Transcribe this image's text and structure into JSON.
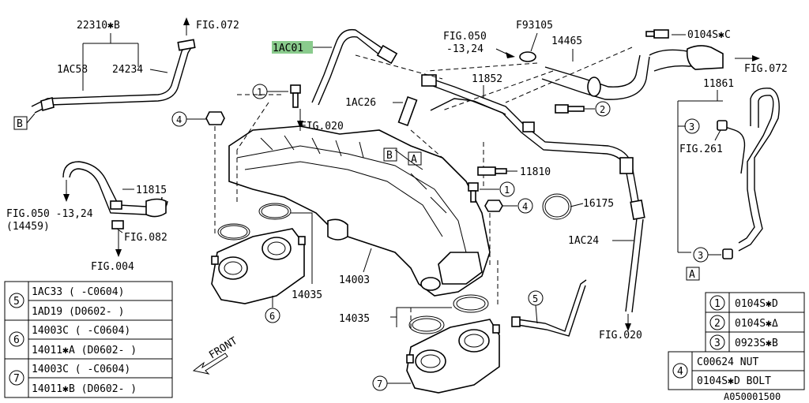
{
  "callouts": {
    "c_22310": "22310✱B",
    "c_fig072_top": "FIG.072",
    "c_1ac58": "1AC58",
    "c_24234": "24234",
    "c_b_left": "B",
    "c_1ac01": "1AC01",
    "c_fig020_top": "FIG.020",
    "c_1ac26": "1AC26",
    "c_fig050": "FIG.050",
    "c_fig050_sub": "-13,24",
    "c_f93105": "F93105",
    "c_14465": "14465",
    "c_0104sc": "0104S✱C",
    "c_fig072_right": "FIG.072",
    "c_11852": "11852",
    "c_11861": "11861",
    "c_fig261": "FIG.261",
    "c_b_mid": "B",
    "c_a_mid": "A",
    "c_11810": "11810",
    "c_16175": "16175",
    "c_11815": "11815",
    "c_fig050_left": "FIG.050 -13,24",
    "c_14459": "(14459)",
    "c_fig082": "FIG.082",
    "c_fig004": "FIG.004",
    "c_1ac24": "1AC24",
    "c_14003": "14003",
    "c_14035_a": "14035",
    "c_14035_b": "14035",
    "c_fig020_bottom": "FIG.020",
    "c_a_right": "A",
    "c_front": "FRONT",
    "c_code": "A050001500",
    "n1": "1",
    "n2": "2",
    "n3": "3",
    "n4": "4",
    "n5": "5",
    "n6": "6",
    "n7": "7"
  },
  "left_table": [
    {
      "num": "5",
      "rows": [
        "1AC33 ( -C0604)",
        "1AD19 (D0602- )"
      ]
    },
    {
      "num": "6",
      "rows": [
        "14003C ( -C0604)",
        "14011✱A (D0602- )"
      ]
    },
    {
      "num": "7",
      "rows": [
        "14003C ( -C0604)",
        "14011✱B (D0602- )"
      ]
    }
  ],
  "right_table": [
    {
      "num": "1",
      "rows": [
        "0104S✱D"
      ]
    },
    {
      "num": "2",
      "rows": [
        "0104S✱Δ"
      ]
    },
    {
      "num": "3",
      "rows": [
        "0923S✱B"
      ]
    },
    {
      "num": "4",
      "rows": [
        "C00624 NUT",
        "0104S✱D BOLT"
      ]
    }
  ],
  "colors": {
    "highlight": "#4caf50",
    "ink": "#000000",
    "background": "#ffffff"
  }
}
